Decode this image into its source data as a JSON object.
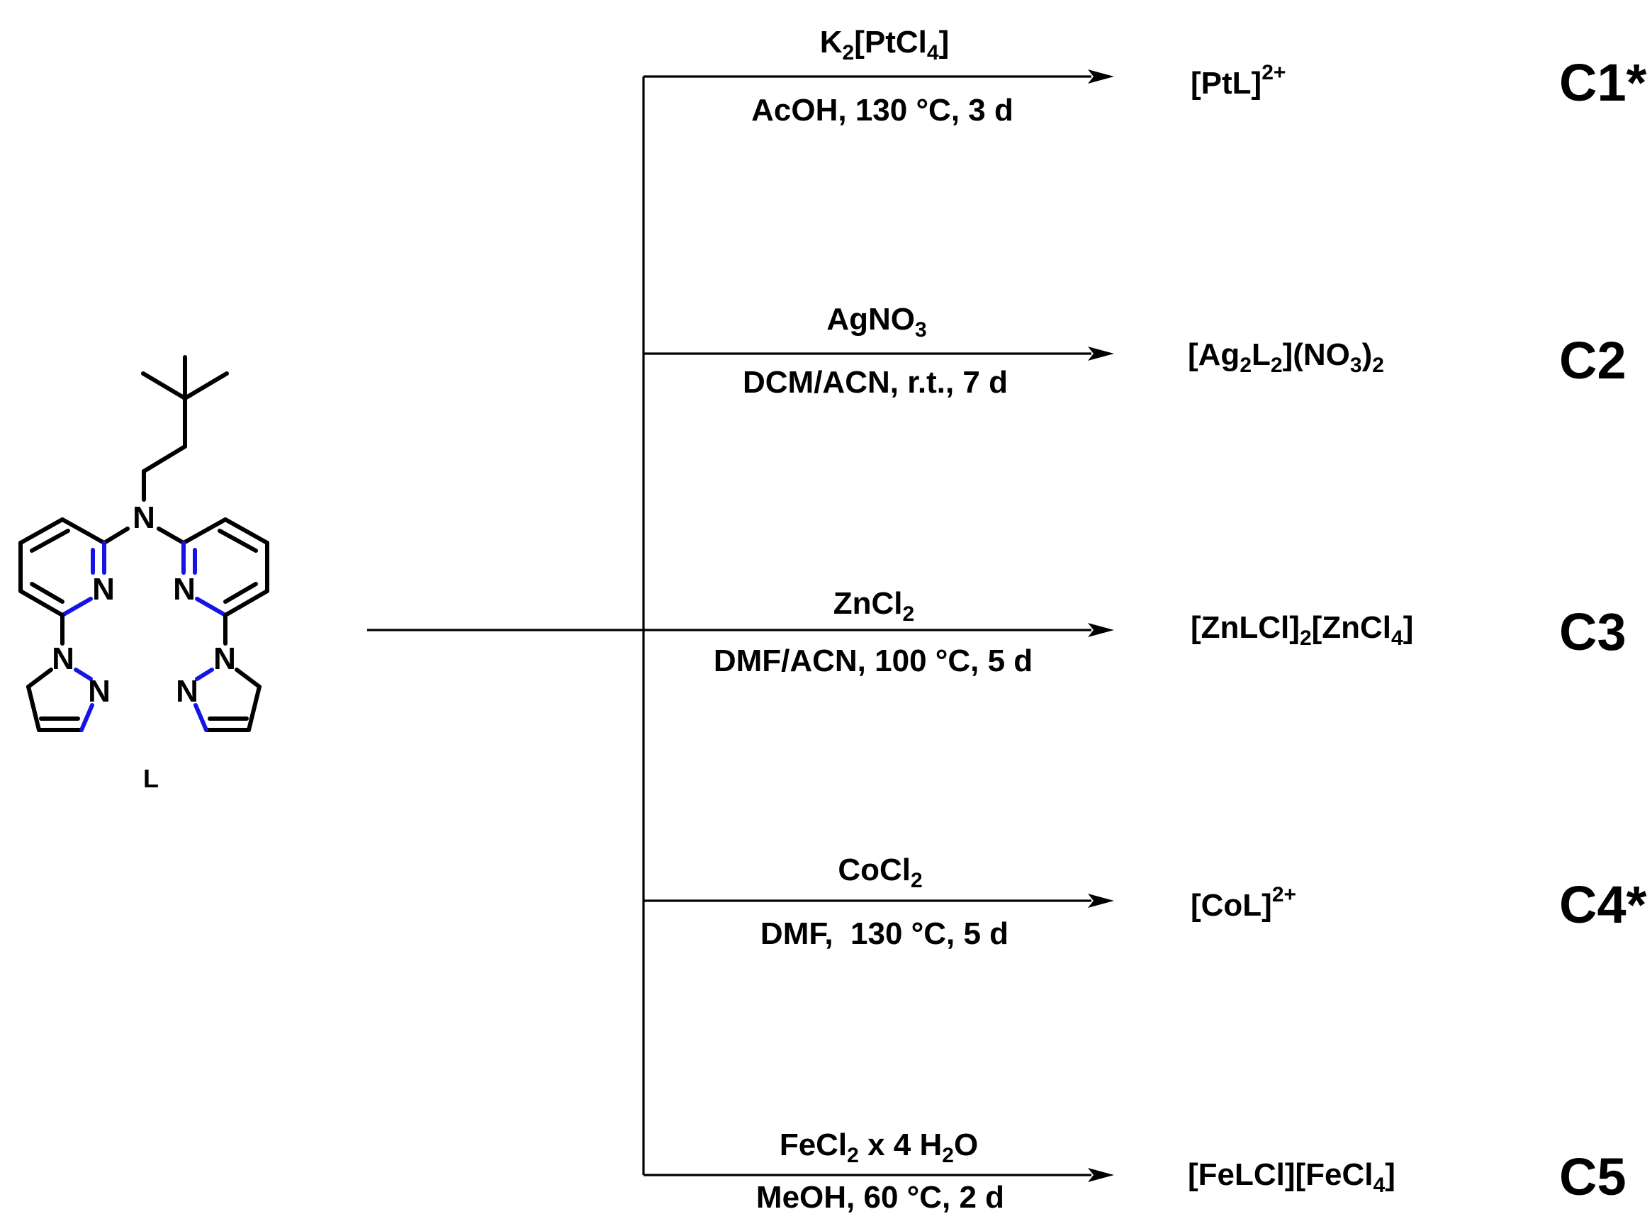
{
  "ligand": {
    "label": "L",
    "atoms": {
      "amine_n": "N",
      "pyridine_n_left": "N",
      "pyridine_n_right": "N",
      "pyrazole_n1_left": "N",
      "pyrazole_n2_left": "N",
      "pyrazole_n1_right": "N",
      "pyrazole_n2_right": "N"
    },
    "colors": {
      "heteroatom_blue": "#1414e6",
      "bond": "#000000"
    }
  },
  "reactions": [
    {
      "reagent_main": "K",
      "reagent_sub": "2",
      "reagent_rest": "[PtCl",
      "reagent_sub2": "4",
      "reagent_tail": "]",
      "conditions": "AcOH, 130 °C, 3 d",
      "product_main": "[PtL]",
      "product_sup": "2+",
      "label": "C1*"
    },
    {
      "reagent_main": "AgNO",
      "reagent_sub": "3",
      "conditions": "DCM/ACN, r.t., 7 d",
      "product_a": "[Ag",
      "product_a_sub": "2",
      "product_b": "L",
      "product_b_sub": "2",
      "product_c": "](NO",
      "product_c_sub": "3",
      "product_d": ")",
      "product_d_sub": "2",
      "label": "C2"
    },
    {
      "reagent_main": "ZnCl",
      "reagent_sub": "2",
      "conditions": "DMF/ACN, 100 °C, 5 d",
      "product_a": "[ZnLCl]",
      "product_a_sub": "2",
      "product_b": "[ZnCl",
      "product_b_sub": "4",
      "product_c": "]",
      "label": "C3"
    },
    {
      "reagent_main": "CoCl",
      "reagent_sub": "2",
      "conditions": "DMF,  130 °C, 5 d",
      "product_main": "[CoL]",
      "product_sup": "2+",
      "label": "C4*"
    },
    {
      "reagent_main": "FeCl",
      "reagent_sub": "2",
      "reagent_rest": " x 4 H",
      "reagent_sub2": "2",
      "reagent_tail": "O",
      "conditions": "MeOH, 60 °C, 2 d",
      "product_a": "[FeLCl][FeCl",
      "product_a_sub": "4",
      "product_b": "]",
      "label": "C5"
    }
  ]
}
